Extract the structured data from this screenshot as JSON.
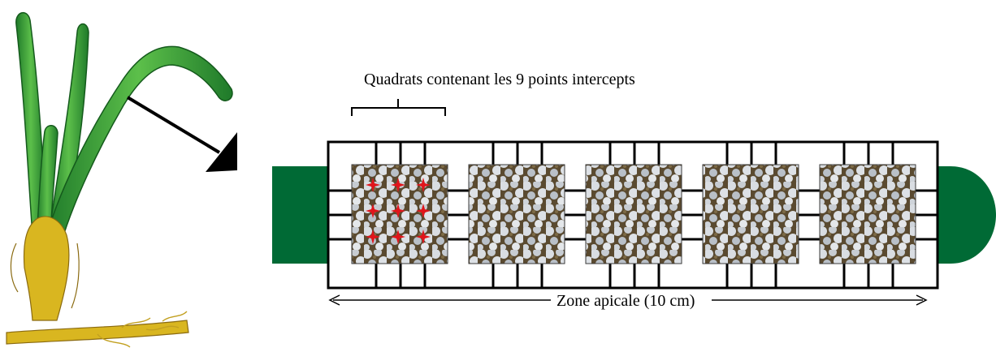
{
  "annotations": {
    "quadrats_label": "Quadrats contenant les 9 points intercepts",
    "zone_label": "Zone apicale (10 cm)"
  },
  "diagram": {
    "quadrat_count": 5,
    "intercept_points_per_quadrat": 9,
    "marked_quadrat_index": 0
  },
  "colors": {
    "leaf_green": "#006a35",
    "intercept_marker": "#e0151b",
    "frame_stroke": "#000000",
    "plant_leaf": "#3fa63f",
    "plant_base": "#d9b620"
  },
  "icons": {
    "plant": "seagrass-plant-illustration",
    "pointer": "arrow-icon"
  }
}
